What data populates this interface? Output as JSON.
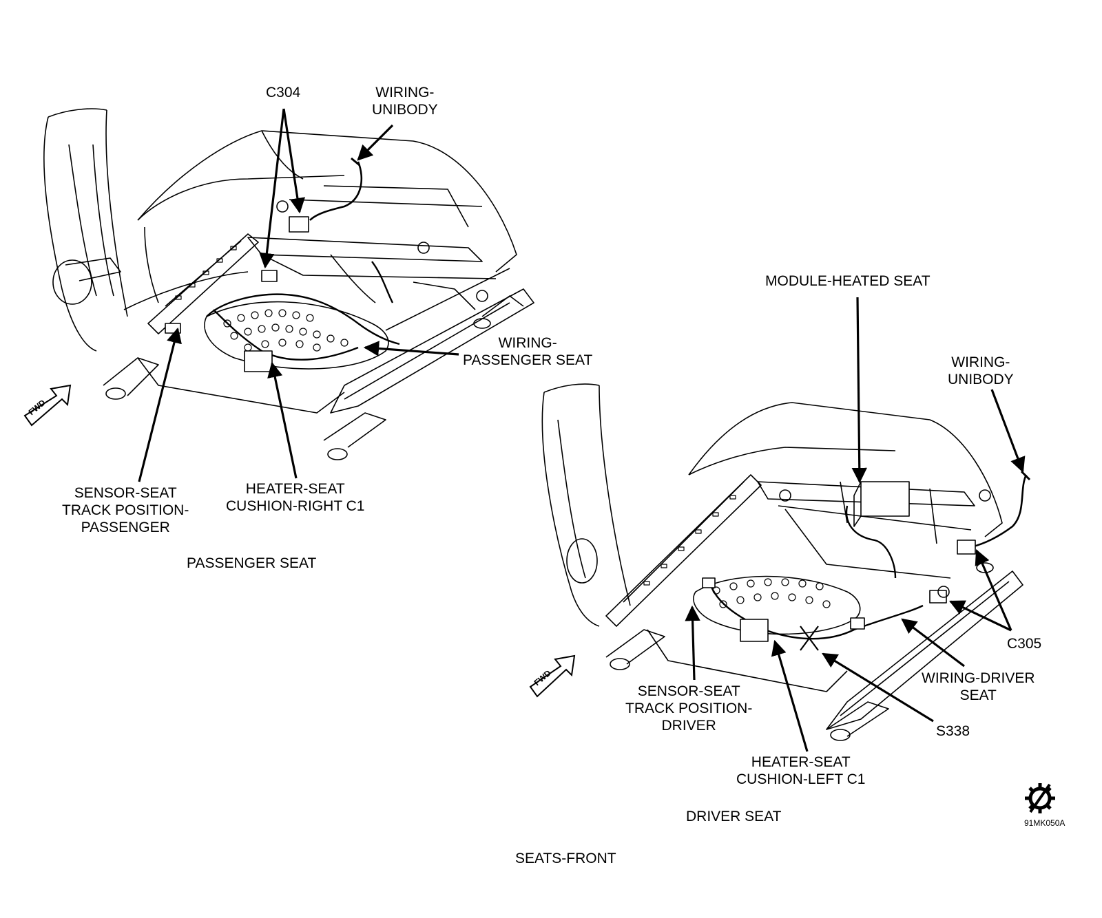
{
  "colors": {
    "ink": "#000000",
    "paper": "#ffffff"
  },
  "labels": {
    "c304": "C304",
    "wiring_unibody_top": [
      "WIRING-",
      "UNIBODY"
    ],
    "wiring_passenger_seat": [
      "WIRING-",
      "PASSENGER SEAT"
    ],
    "sensor_seat_passenger": [
      "SENSOR-SEAT",
      "TRACK POSITION-",
      "PASSENGER"
    ],
    "heater_seat_right": [
      "HEATER-SEAT",
      "CUSHION-RIGHT C1"
    ],
    "passenger_seat": "PASSENGER SEAT",
    "module_heated_seat": "MODULE-HEATED SEAT",
    "wiring_unibody_right": [
      "WIRING-",
      "UNIBODY"
    ],
    "c305": "C305",
    "wiring_driver_seat": [
      "WIRING-DRIVER",
      "SEAT"
    ],
    "sensor_seat_driver": [
      "SENSOR-SEAT",
      "TRACK POSITION-",
      "DRIVER"
    ],
    "s338": "S338",
    "heater_seat_left": [
      "HEATER-SEAT",
      "CUSHION-LEFT C1"
    ],
    "driver_seat": "DRIVER SEAT",
    "figure_code": "91MK050A",
    "seats_front": "SEATS-FRONT",
    "fwd_arrow_text": "FWD"
  },
  "icons": {
    "fwd_arrow": "fwd-arrow-icon",
    "service_symbol": "gear-service-icon"
  }
}
